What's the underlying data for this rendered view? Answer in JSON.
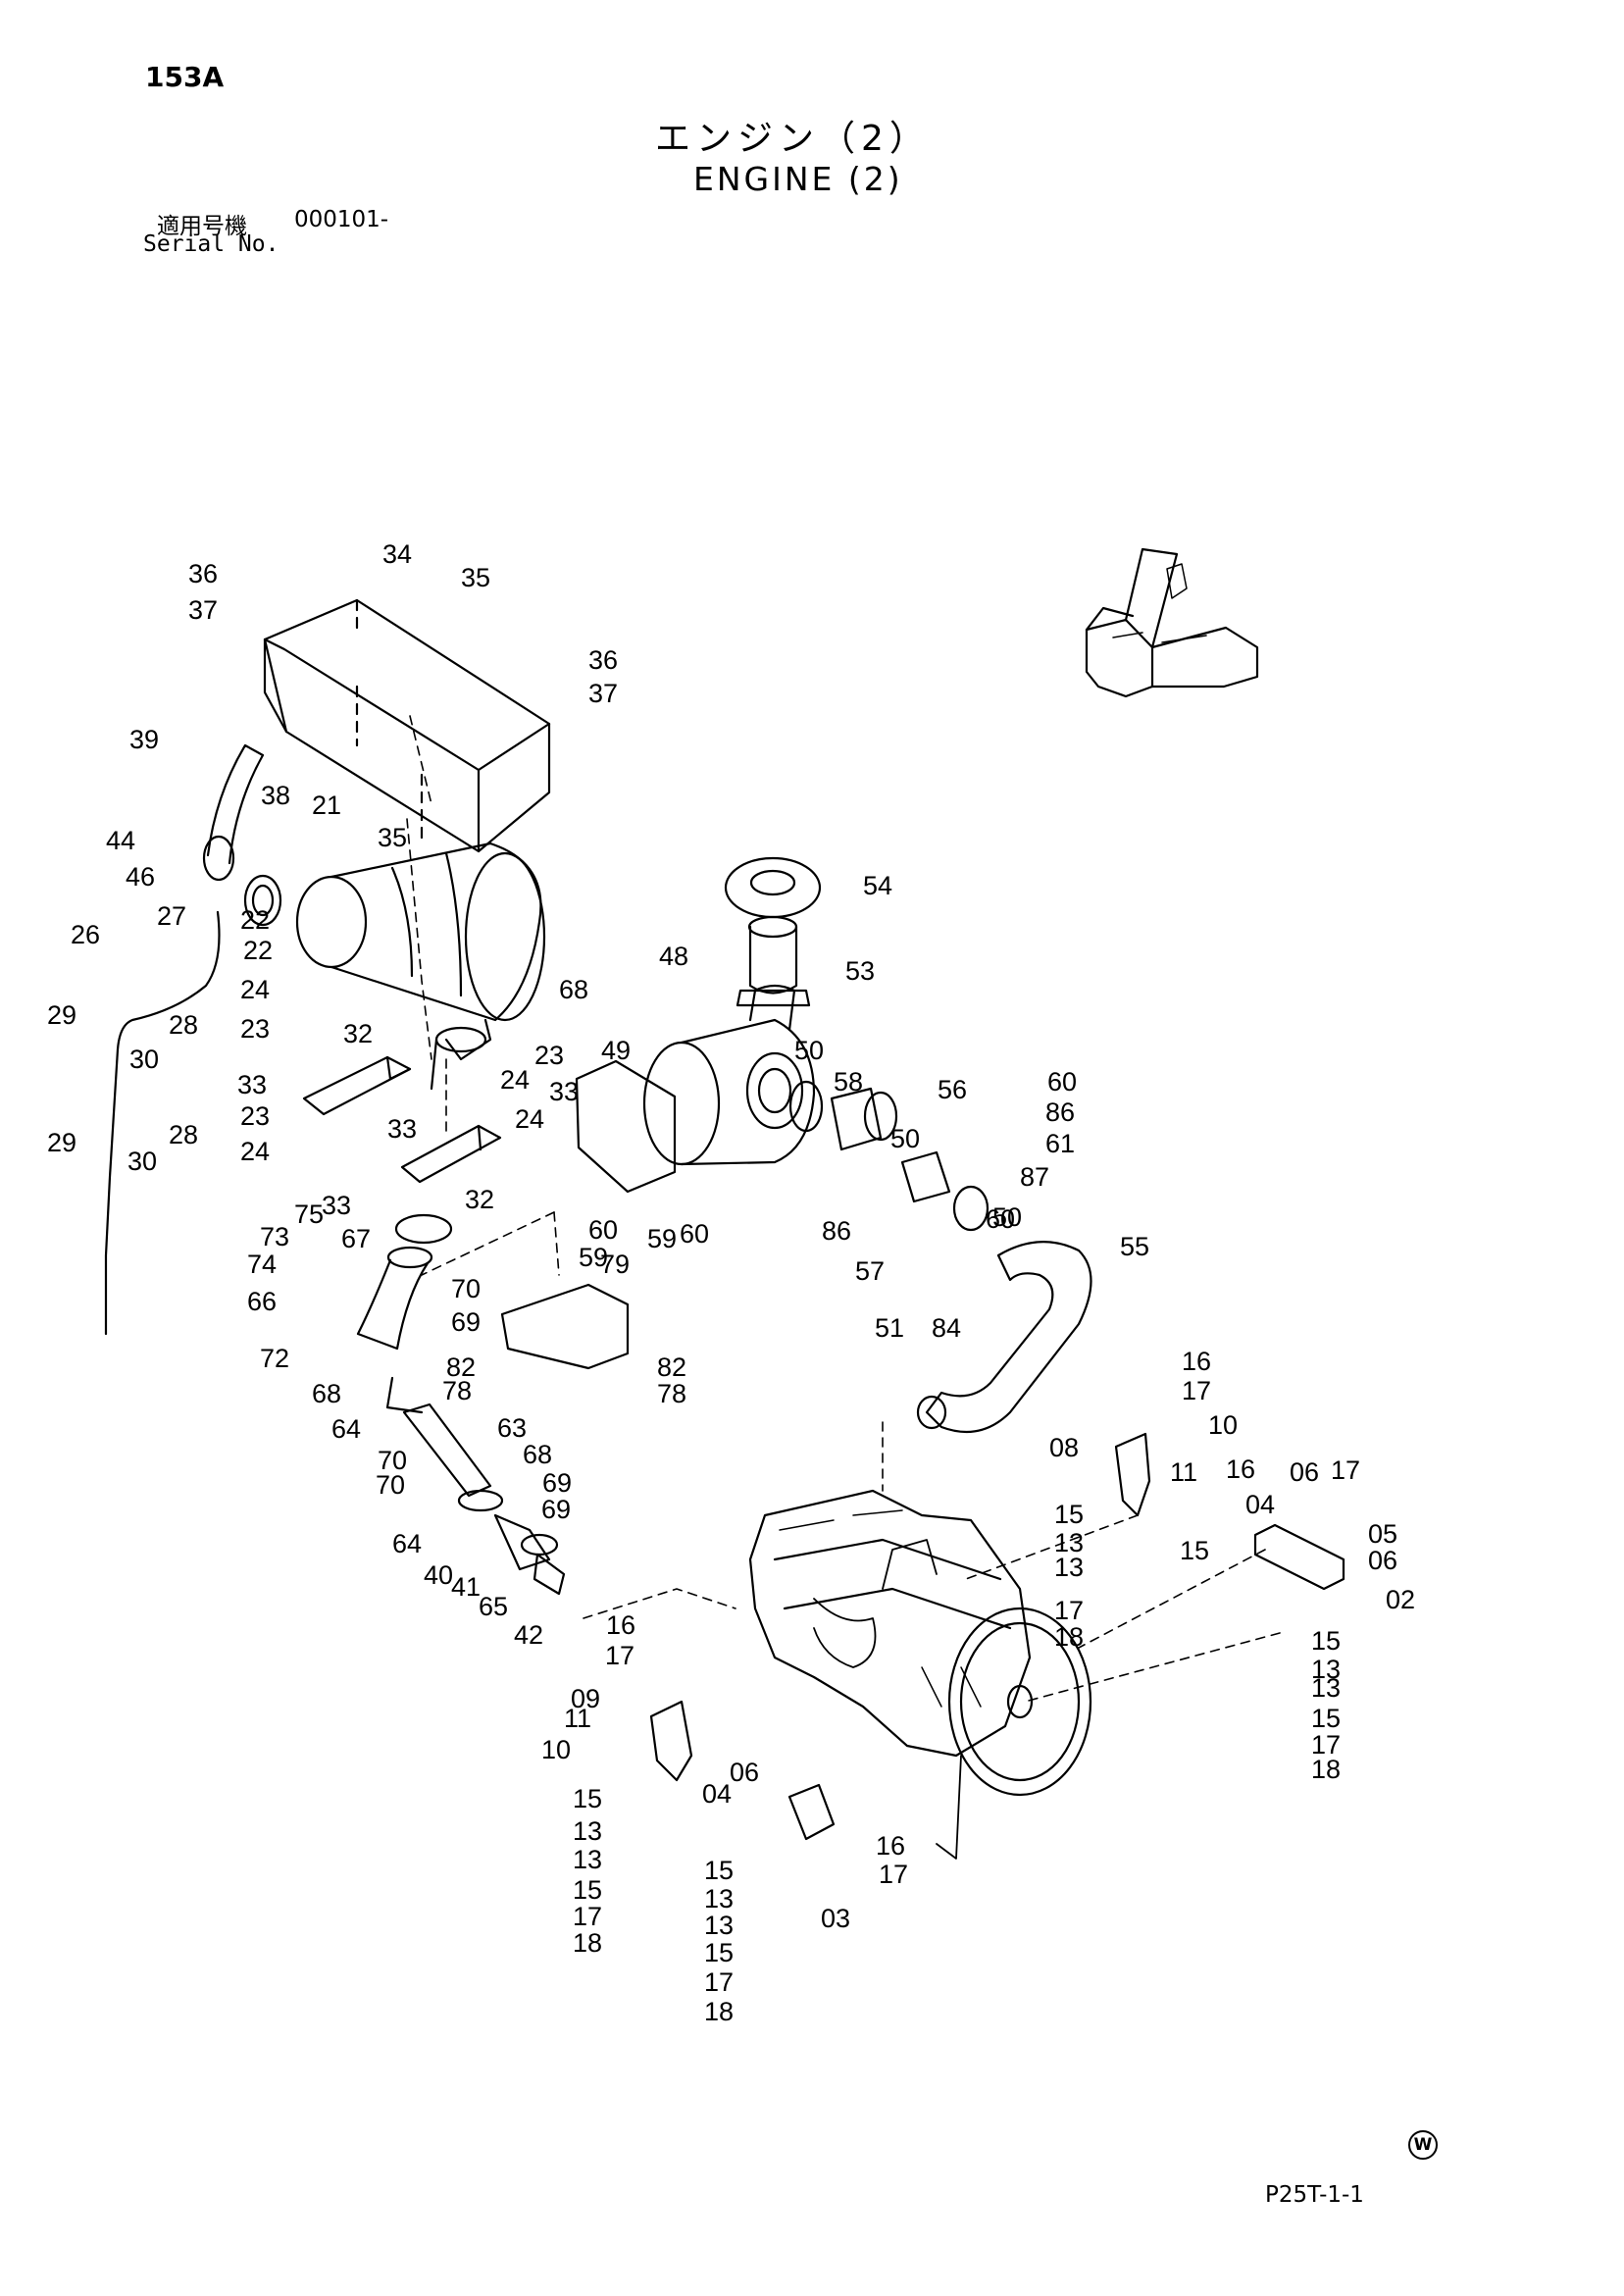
{
  "page_code": "153A",
  "title_jp": "エンジン（2）",
  "title_en": "ENGINE (2)",
  "serial_label_jp": "適用号機",
  "serial_value": "000101-",
  "serial_label_en": "Serial No.",
  "footer_code": "P25T-1-1",
  "w_mark": "W",
  "icons": {
    "orientation": "orientation-arrow-icon",
    "w_mark": "w-circle-icon"
  },
  "callouts": [
    "36",
    "37",
    "34",
    "35",
    "36",
    "37",
    "39",
    "38",
    "21",
    "35",
    "44",
    "46",
    "27",
    "22",
    "26",
    "22",
    "24",
    "29",
    "28",
    "23",
    "30",
    "32",
    "68",
    "48",
    "49",
    "54",
    "53",
    "33",
    "23",
    "24",
    "33",
    "23",
    "24",
    "33",
    "33",
    "32",
    "24",
    "50",
    "58",
    "56",
    "60",
    "86",
    "61",
    "87",
    "60",
    "50",
    "60",
    "50",
    "59",
    "59",
    "60",
    "29",
    "28",
    "30",
    "75",
    "73",
    "74",
    "67",
    "66",
    "72",
    "70",
    "69",
    "79",
    "86",
    "57",
    "84",
    "55",
    "51",
    "68",
    "82",
    "78",
    "82",
    "78",
    "64",
    "63",
    "68",
    "70",
    "69",
    "70",
    "69",
    "64",
    "40",
    "41",
    "65",
    "42",
    "16",
    "17",
    "10",
    "08",
    "11",
    "16",
    "06",
    "04",
    "17",
    "05",
    "06",
    "02",
    "15",
    "13",
    "13",
    "15",
    "17",
    "18",
    "15",
    "13",
    "13",
    "15",
    "17",
    "18",
    "16",
    "17",
    "09",
    "11",
    "10",
    "15",
    "13",
    "13",
    "15",
    "17",
    "18",
    "06",
    "04",
    "16",
    "17",
    "15",
    "13",
    "13",
    "15",
    "03",
    "17",
    "18"
  ]
}
